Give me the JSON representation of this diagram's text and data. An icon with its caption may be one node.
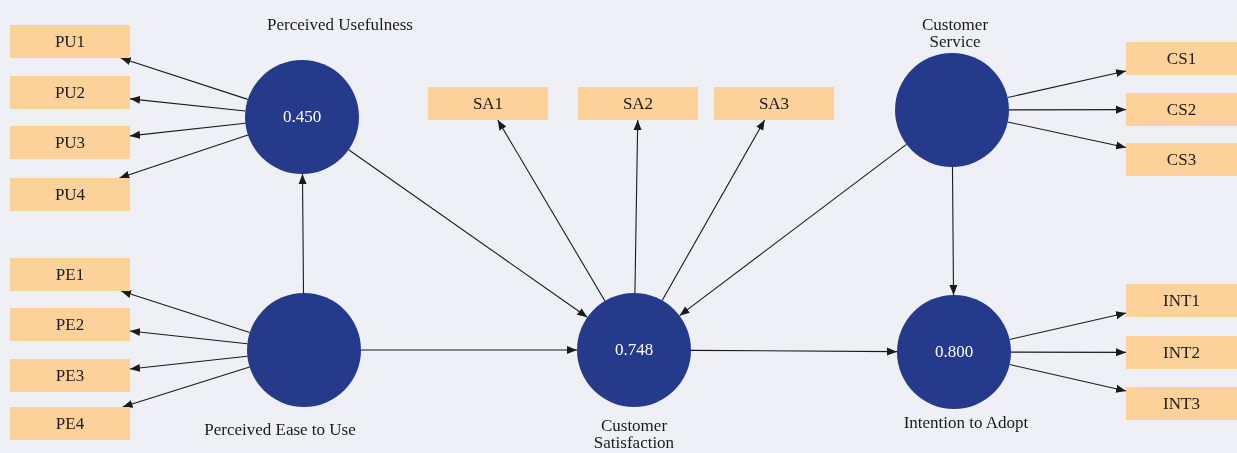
{
  "diagram": {
    "nodes": [
      {
        "text": [
          "PU1"
        ]
      },
      {
        "text": [
          "PU2"
        ]
      },
      {
        "text": [
          "PU3"
        ]
      },
      {
        "text": [
          "PU4"
        ]
      },
      {
        "text": [
          "Perceived Usefulness",
          "0.450"
        ]
      },
      {
        "text": [
          "SA1"
        ]
      },
      {
        "text": [
          "SA2"
        ]
      },
      {
        "text": [
          "SA3"
        ]
      },
      {
        "text": [
          "Customer Service"
        ]
      },
      {
        "text": [
          "CS1"
        ]
      },
      {
        "text": [
          "CS2"
        ]
      },
      {
        "text": [
          "CS3"
        ]
      },
      {
        "text": [
          "PE1"
        ]
      },
      {
        "text": [
          "PE2"
        ]
      },
      {
        "text": [
          "PE3"
        ]
      },
      {
        "text": [
          "PE4"
        ]
      },
      {
        "text": [
          "Perceived Ease to Use"
        ]
      },
      {
        "text": [
          "0.748",
          "Customer Satisfaction"
        ]
      },
      {
        "text": [
          "0.800",
          "Intention to Adopt"
        ]
      },
      {
        "text": [
          "INT1"
        ]
      },
      {
        "text": [
          "INT2"
        ]
      },
      {
        "text": [
          "INT3"
        ]
      }
    ],
    "edges": [
      {
        "from": 4,
        "to": 0,
        "arrow": "to"
      },
      {
        "from": 4,
        "to": 1,
        "arrow": "to"
      },
      {
        "from": 4,
        "to": 2,
        "arrow": "to"
      },
      {
        "from": 4,
        "to": 3,
        "arrow": "to"
      },
      {
        "from": 16,
        "to": 12,
        "arrow": "to"
      },
      {
        "from": 16,
        "to": 13,
        "arrow": "to"
      },
      {
        "from": 16,
        "to": 14,
        "arrow": "to"
      },
      {
        "from": 16,
        "to": 15,
        "arrow": "to"
      },
      {
        "from": 16,
        "to": 4,
        "arrow": "to"
      },
      {
        "from": 4,
        "to": 17,
        "arrow": "to"
      },
      {
        "from": 16,
        "to": 17,
        "arrow": "to"
      },
      {
        "from": 17,
        "to": 5,
        "arrow": "to"
      },
      {
        "from": 17,
        "to": 6,
        "arrow": "to"
      },
      {
        "from": 17,
        "to": 7,
        "arrow": "to"
      },
      {
        "from": 8,
        "to": 17,
        "arrow": "to"
      },
      {
        "from": 8,
        "to": 9,
        "arrow": "to"
      },
      {
        "from": 8,
        "to": 10,
        "arrow": "to"
      },
      {
        "from": 8,
        "to": 11,
        "arrow": "to"
      },
      {
        "from": 8,
        "to": 18,
        "arrow": "to"
      },
      {
        "from": 17,
        "to": 18,
        "arrow": "to"
      },
      {
        "from": 18,
        "to": 19,
        "arrow": "to"
      },
      {
        "from": 18,
        "to": 20,
        "arrow": "to"
      },
      {
        "from": 18,
        "to": 21,
        "arrow": "to"
      }
    ]
  }
}
